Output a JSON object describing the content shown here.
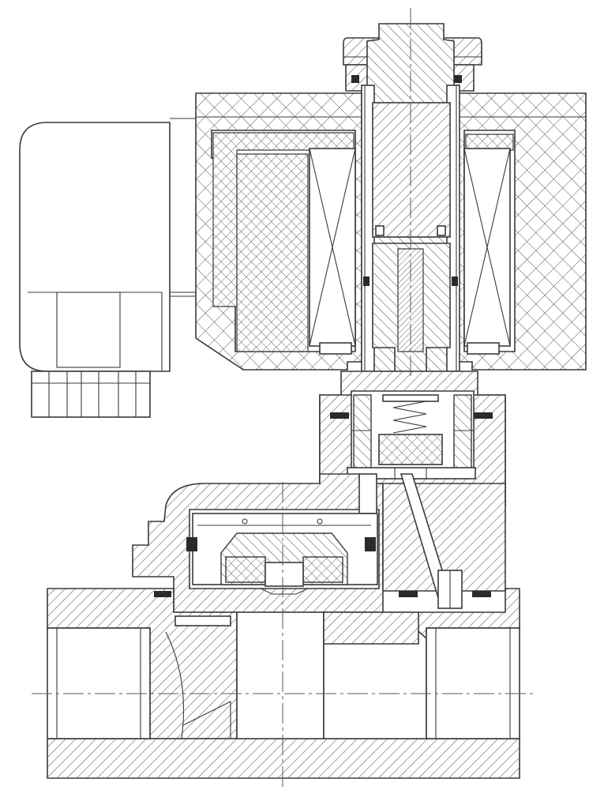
{
  "colors": {
    "line": "#3a3a3a",
    "hatch": "#555555",
    "background": "#ffffff"
  },
  "components": [
    "connector-housing",
    "cable-gland",
    "coil-enclosure",
    "solenoid-coil-left",
    "solenoid-coil-right",
    "armature-tube",
    "fixed-core",
    "plunger",
    "mounting-nut",
    "pilot-chamber",
    "pilot-spring",
    "pilot-seat",
    "bonnet",
    "diaphragm-assembly",
    "valve-body",
    "inlet-port",
    "outlet-port",
    "pilot-passage"
  ]
}
